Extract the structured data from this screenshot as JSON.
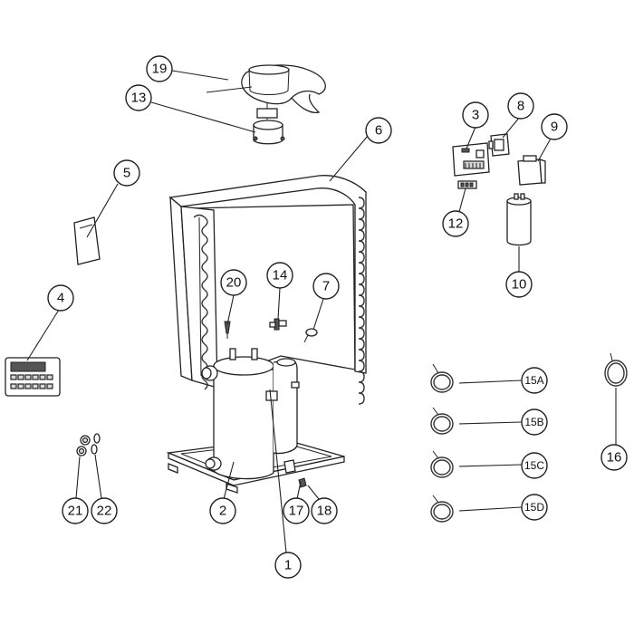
{
  "callouts": {
    "c1": "1",
    "c2": "2",
    "c3": "3",
    "c4": "4",
    "c5": "5",
    "c6": "6",
    "c7": "7",
    "c8": "8",
    "c9": "9",
    "c10": "10",
    "c12": "12",
    "c13": "13",
    "c14": "14",
    "c15a": "15A",
    "c15b": "15B",
    "c15c": "15C",
    "c15d": "15D",
    "c16": "16",
    "c17": "17",
    "c18": "18",
    "c19": "19",
    "c20": "20",
    "c21": "21",
    "c22": "22"
  },
  "colors": {
    "line": "#222222",
    "background": "#ffffff",
    "shading": "#d8d8d8"
  }
}
